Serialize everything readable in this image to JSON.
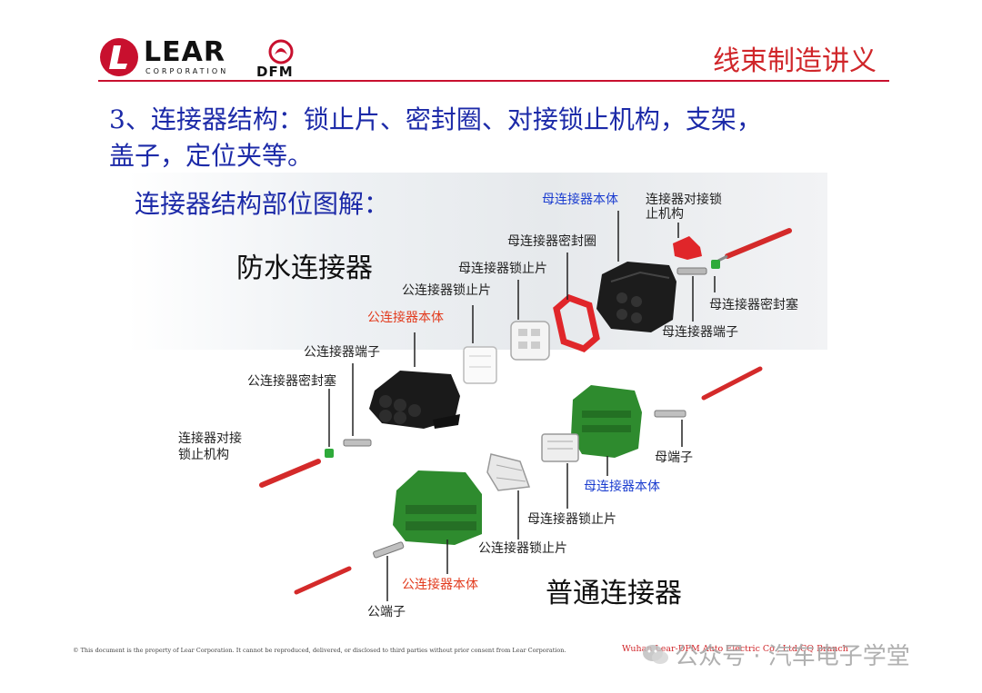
{
  "header": {
    "logo_brand": "LEAR",
    "logo_sub": "CORPORATION",
    "partner_logo": "DFM",
    "doc_title": "线束制造讲义"
  },
  "heading": {
    "line1": "3、连接器结构：锁止片、密封圈、对接锁止机构，支架，",
    "line2": "盖子，定位夹等。"
  },
  "diagram": {
    "subtitle": "连接器结构部位图解：",
    "waterproof_title": "防水连接器",
    "common_title": "普通连接器",
    "labels": {
      "f_body_top": "母连接器本体",
      "f_lock_mech_top": "连接器对接锁\n止机构",
      "f_seal_ring": "母连接器密封圈",
      "f_lock_plate_top": "母连接器锁止片",
      "m_lock_plate_top": "公连接器锁止片",
      "f_seal_plug": "母连接器密封塞",
      "m_body_top": "公连接器本体",
      "f_terminal_top": "母连接器端子",
      "m_terminal_top": "公连接器端子",
      "m_seal_plug": "公连接器密封塞",
      "lock_mech_left": "连接器对接\n锁止机构",
      "f_terminal_bottom": "母端子",
      "f_body_bottom": "母连接器本体",
      "f_lock_plate_bottom": "母连接器锁止片",
      "m_lock_plate_bottom": "公连接器锁止片",
      "m_body_bottom": "公连接器本体",
      "m_terminal_bottom": "公端子"
    },
    "colors": {
      "black_connector": "#1c1c1c",
      "green_connector": "#2e8b2e",
      "red_parts": "#e0262a",
      "label_red": "#e23b1e",
      "label_blue": "#1a3ccf"
    }
  },
  "footer": {
    "copyright": "© This document is the property of Lear Corporation. It cannot be reproduced, delivered, or disclosed to third parties without prior consent from Lear Corporation.",
    "company": "Wuhan Lear-DFM Auto Electric Co., Ltd CQ Branch",
    "watermark": "公众号 · 汽车电子学堂"
  }
}
